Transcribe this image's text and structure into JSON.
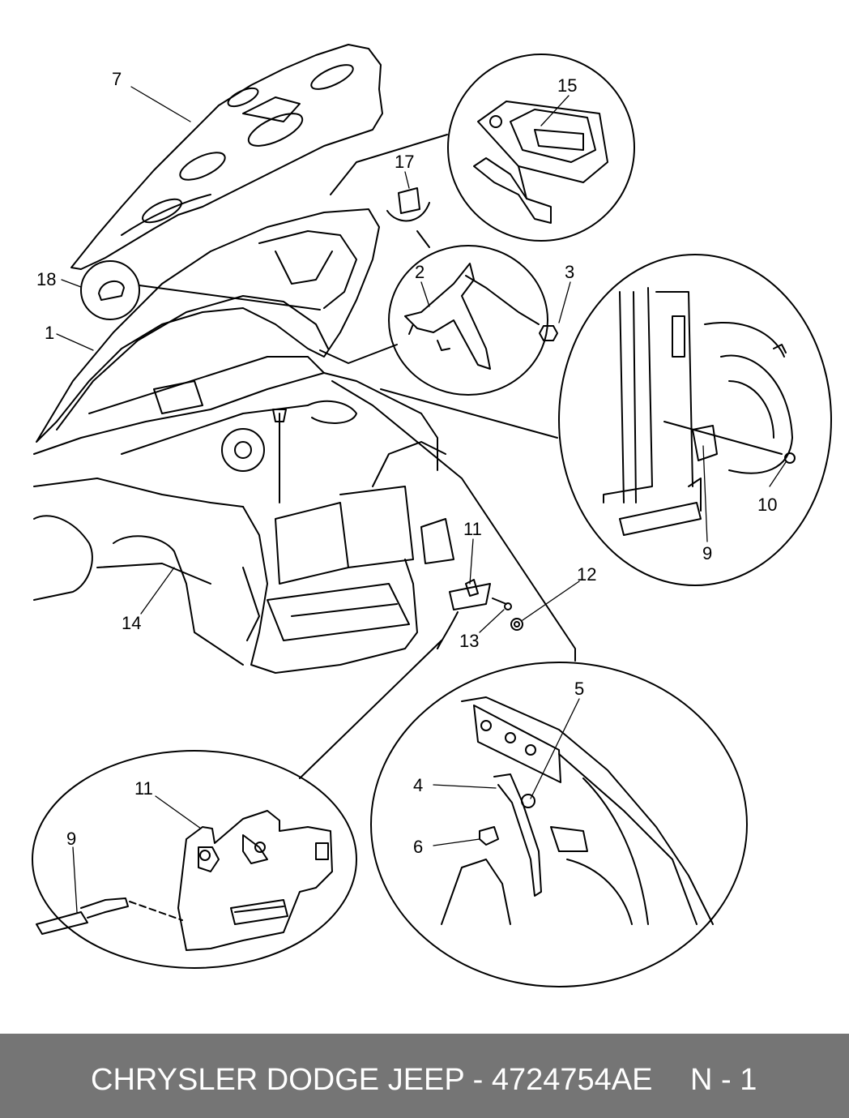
{
  "callouts": [
    {
      "id": "7",
      "label": "7"
    },
    {
      "id": "15",
      "label": "15"
    },
    {
      "id": "17",
      "label": "17"
    },
    {
      "id": "18",
      "label": "18"
    },
    {
      "id": "2",
      "label": "2"
    },
    {
      "id": "3",
      "label": "3"
    },
    {
      "id": "1",
      "label": "1"
    },
    {
      "id": "10",
      "label": "10"
    },
    {
      "id": "9a",
      "label": "9"
    },
    {
      "id": "11a",
      "label": "11"
    },
    {
      "id": "12",
      "label": "12"
    },
    {
      "id": "13",
      "label": "13"
    },
    {
      "id": "14",
      "label": "14"
    },
    {
      "id": "5",
      "label": "5"
    },
    {
      "id": "4",
      "label": "4"
    },
    {
      "id": "6",
      "label": "6"
    },
    {
      "id": "11b",
      "label": "11"
    },
    {
      "id": "9b",
      "label": "9"
    }
  ],
  "footer": {
    "part_text": "CHRYSLER DODGE JEEP - 4724754AE",
    "page_text": "N - 1",
    "background": "#757575",
    "text_color": "#ffffff"
  },
  "colors": {
    "line": "#000000",
    "background": "#ffffff"
  }
}
